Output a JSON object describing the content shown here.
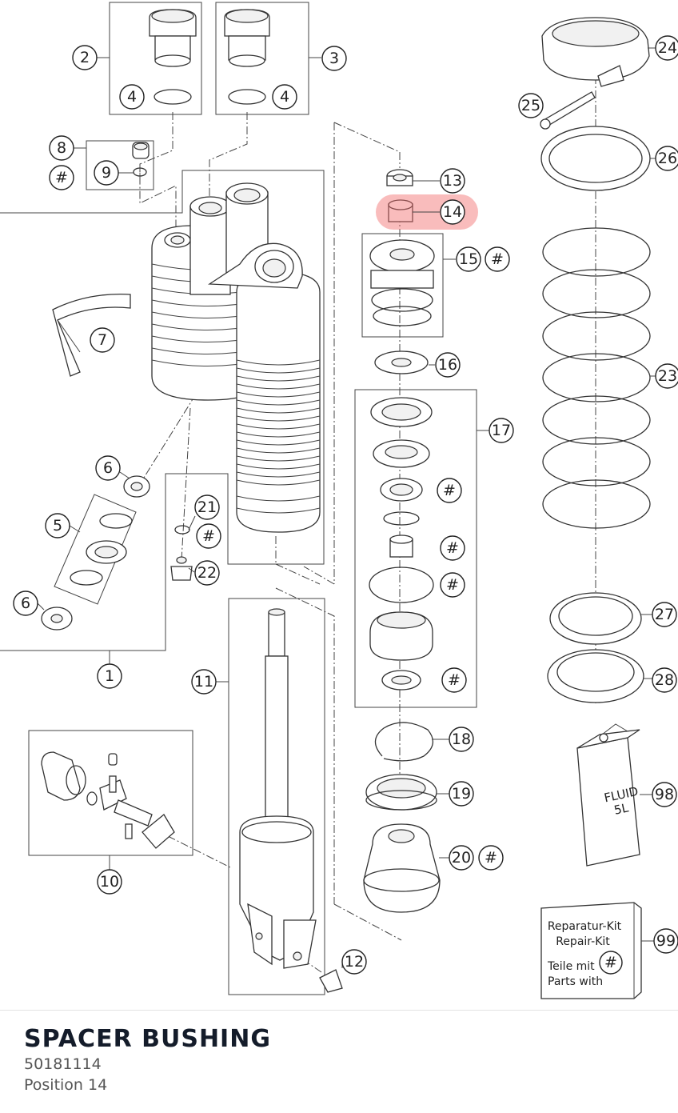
{
  "diagram": {
    "callouts": [
      {
        "id": "c1",
        "label": "1"
      },
      {
        "id": "c2",
        "label": "2"
      },
      {
        "id": "c3",
        "label": "3"
      },
      {
        "id": "c4a",
        "label": "4"
      },
      {
        "id": "c4b",
        "label": "4"
      },
      {
        "id": "c5",
        "label": "5"
      },
      {
        "id": "c6a",
        "label": "6"
      },
      {
        "id": "c6b",
        "label": "6"
      },
      {
        "id": "c7",
        "label": "7"
      },
      {
        "id": "c8",
        "label": "8"
      },
      {
        "id": "c9",
        "label": "9"
      },
      {
        "id": "c10",
        "label": "10"
      },
      {
        "id": "c11",
        "label": "11"
      },
      {
        "id": "c12",
        "label": "12"
      },
      {
        "id": "c13",
        "label": "13"
      },
      {
        "id": "c14",
        "label": "14"
      },
      {
        "id": "c15",
        "label": "15"
      },
      {
        "id": "c16",
        "label": "16"
      },
      {
        "id": "c17",
        "label": "17"
      },
      {
        "id": "c18",
        "label": "18"
      },
      {
        "id": "c19",
        "label": "19"
      },
      {
        "id": "c20",
        "label": "20"
      },
      {
        "id": "c21",
        "label": "21"
      },
      {
        "id": "c22",
        "label": "22"
      },
      {
        "id": "c23",
        "label": "23"
      },
      {
        "id": "c24",
        "label": "24"
      },
      {
        "id": "c25",
        "label": "25"
      },
      {
        "id": "c26",
        "label": "26"
      },
      {
        "id": "c27",
        "label": "27"
      },
      {
        "id": "c28",
        "label": "28"
      },
      {
        "id": "c98",
        "label": "98"
      },
      {
        "id": "c99",
        "label": "99"
      }
    ],
    "hash_marks": [
      {
        "id": "h1",
        "label": "#"
      },
      {
        "id": "h2",
        "label": "#"
      },
      {
        "id": "h3",
        "label": "#"
      },
      {
        "id": "h4",
        "label": "#"
      },
      {
        "id": "h5",
        "label": "#"
      },
      {
        "id": "h6",
        "label": "#"
      },
      {
        "id": "h7",
        "label": "#"
      },
      {
        "id": "h8",
        "label": "#"
      },
      {
        "id": "h9",
        "label": "#"
      }
    ],
    "highlight_color": "#f26b6b",
    "fluid_can": {
      "line1": "FLUID",
      "line2": "5L"
    },
    "repair_kit": {
      "line1": "Reparatur-Kit",
      "line2": "Repair-Kit",
      "line3": "Teile mit",
      "line4": "Parts with",
      "hash": "#"
    }
  },
  "part": {
    "title": "SPACER BUSHING",
    "number": "50181114",
    "position": "Position 14"
  }
}
